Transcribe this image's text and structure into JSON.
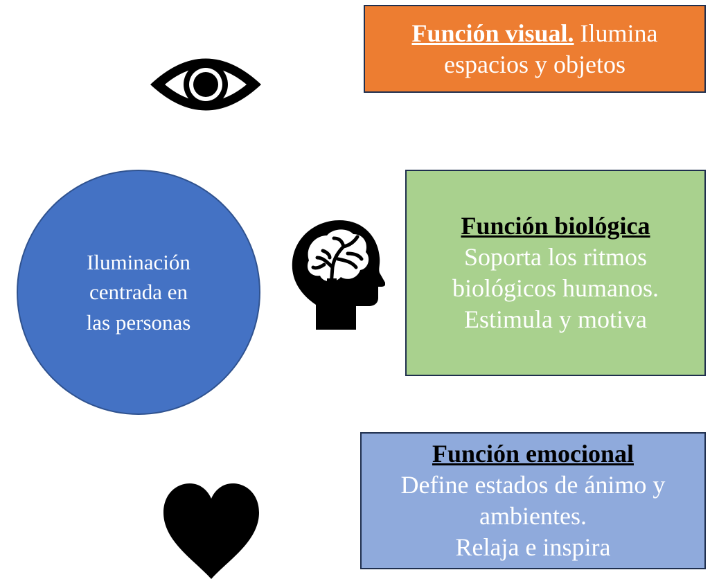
{
  "center": {
    "lines": [
      "Iluminación",
      "centrada en",
      "las personas"
    ]
  },
  "visual": {
    "title": "Función visual.",
    "text_after_title": " Ilumina",
    "line2": "espacios y objetos"
  },
  "biological": {
    "title": "Función biológica",
    "lines": [
      "Soporta los ritmos",
      "biológicos humanos.",
      "Estimula y motiva"
    ]
  },
  "emotional": {
    "title": "Función emocional",
    "lines": [
      "Define estados de ánimo y",
      "ambientes.",
      "Relaja e inspira"
    ]
  },
  "icons": {
    "visual": "eye-icon",
    "biological": "head-brain-icon",
    "emotional": "heart-icon"
  },
  "colors": {
    "circle": "#4472c4",
    "visual_box": "#ed7d31",
    "biological_box": "#a9d18e",
    "emotional_box": "#8faadc",
    "icon": "#000000"
  }
}
